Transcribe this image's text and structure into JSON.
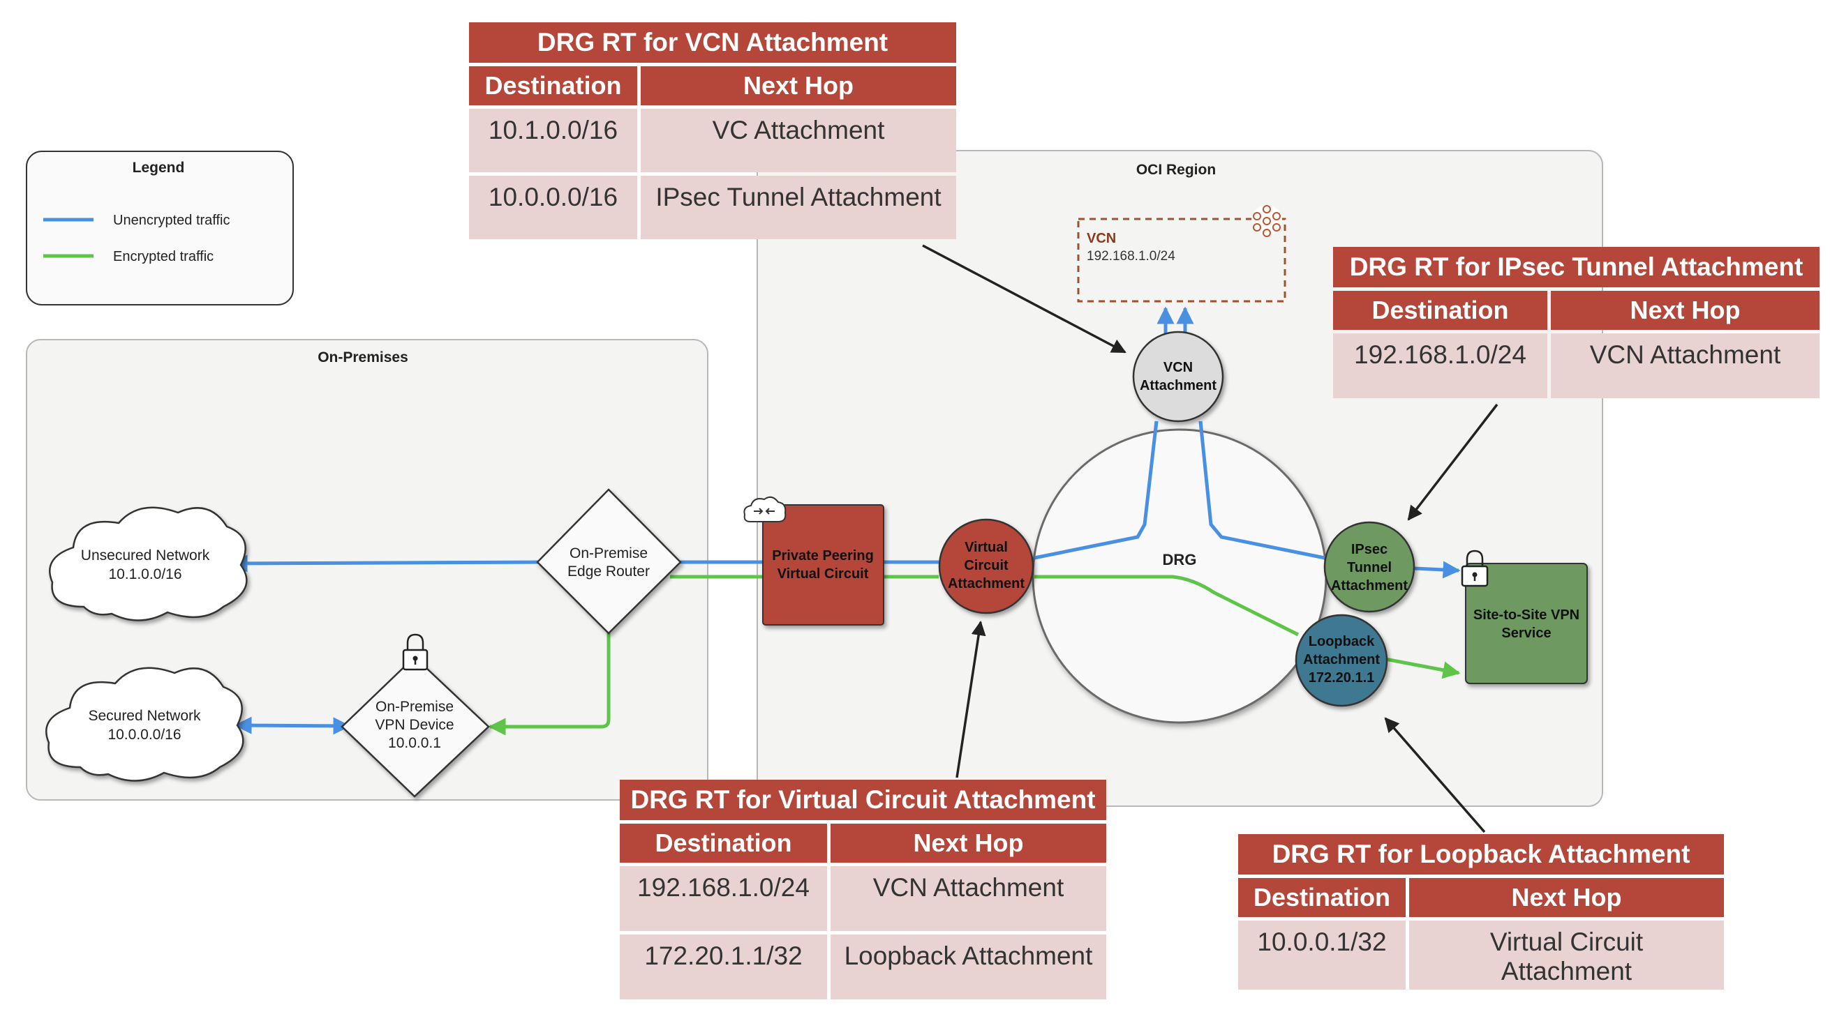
{
  "legend": {
    "title": "Legend",
    "items": [
      {
        "label": "Unencrypted traffic",
        "color": "#4a90e2"
      },
      {
        "label": "Encrypted traffic",
        "color": "#5ec44a"
      }
    ]
  },
  "regions": {
    "on_premises": "On-Premises",
    "oci": "OCI Region"
  },
  "nodes": {
    "unsecured_network": {
      "name": "Unsecured Network",
      "cidr": "10.1.0.0/16"
    },
    "secured_network": {
      "name": "Secured Network",
      "cidr": "10.0.0.0/16"
    },
    "edge_router": {
      "line1": "On-Premise",
      "line2": "Edge Router"
    },
    "vpn_device": {
      "line1": "On-Premise",
      "line2": "VPN Device",
      "line3": "10.0.0.1"
    },
    "private_peering": {
      "line1": "Private Peering",
      "line2": "Virtual Circuit"
    },
    "vc_attachment": {
      "line1": "Virtual",
      "line2": "Circuit",
      "line3": "Attachment"
    },
    "drg": "DRG",
    "vcn_attachment": {
      "line1": "VCN",
      "line2": "Attachment"
    },
    "vcn": {
      "name": "VCN",
      "cidr": "192.168.1.0/24"
    },
    "ipsec_attachment": {
      "line1": "IPsec",
      "line2": "Tunnel",
      "line3": "Attachment"
    },
    "loopback_attachment": {
      "line1": "Loopback",
      "line2": "Attachment",
      "line3": "172.20.1.1"
    },
    "vpn_service": {
      "line1": "Site-to-Site VPN",
      "line2": "Service"
    }
  },
  "colors": {
    "unencrypted": "#4a90e2",
    "encrypted": "#5ec44a",
    "table_header": "#b5473a",
    "table_cell": "#e8d2d2",
    "node_red": "#b5473a",
    "node_green": "#6e9a62",
    "node_teal": "#3f7891"
  },
  "route_tables": {
    "vcn": {
      "title": "DRG RT for VCN Attachment",
      "header": [
        "Destination",
        "Next Hop"
      ],
      "rows": [
        [
          "10.1.0.0/16",
          "VC Attachment"
        ],
        [
          "10.0.0.0/16",
          "IPsec Tunnel Attachment"
        ]
      ]
    },
    "ipsec": {
      "title": "DRG RT for IPsec Tunnel Attachment",
      "header": [
        "Destination",
        "Next Hop"
      ],
      "rows": [
        [
          "192.168.1.0/24",
          "VCN Attachment"
        ]
      ]
    },
    "vc": {
      "title": "DRG RT for Virtual Circuit Attachment",
      "header": [
        "Destination",
        "Next Hop"
      ],
      "rows": [
        [
          "192.168.1.0/24",
          "VCN Attachment"
        ],
        [
          "172.20.1.1/32",
          "Loopback Attachment"
        ]
      ]
    },
    "loopback": {
      "title": "DRG RT for Loopback Attachment",
      "header": [
        "Destination",
        "Next Hop"
      ],
      "rows": [
        [
          "10.0.0.1/32",
          "Virtual Circuit Attachment"
        ]
      ]
    }
  }
}
